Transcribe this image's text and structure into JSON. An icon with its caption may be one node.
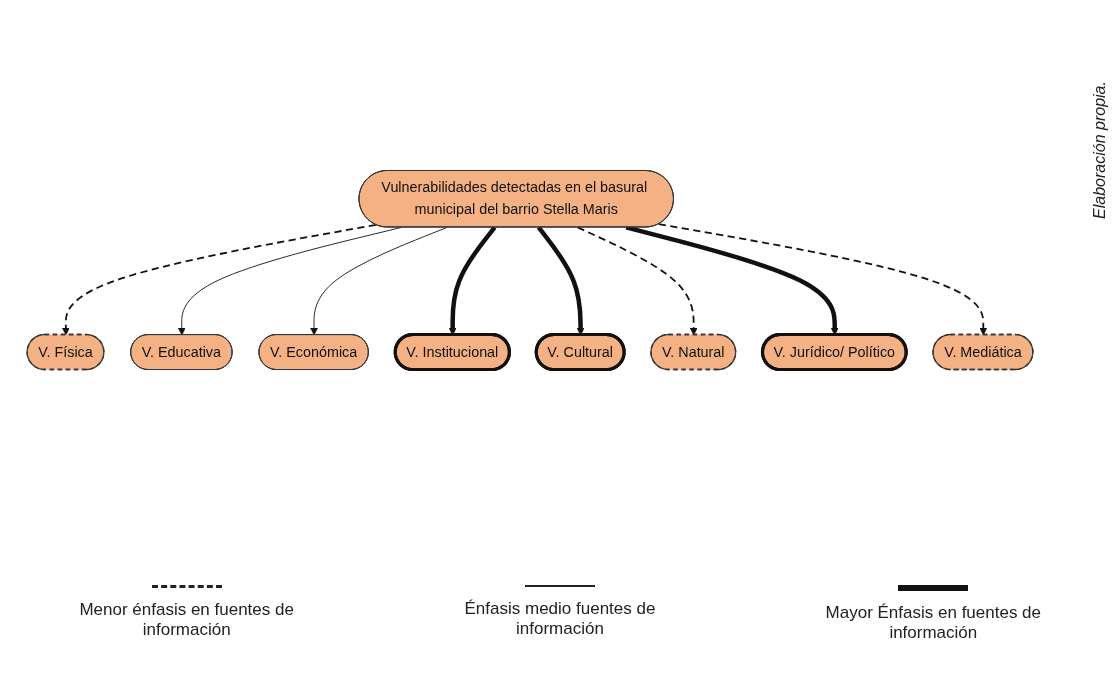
{
  "diagram": {
    "nodes": [
      {
        "text": [
          "Vulnerabilidades detectadas en el basural municipal del barrio Stella Maris"
        ]
      },
      {
        "text": [
          "V. Física"
        ]
      },
      {
        "text": [
          "V. Educativa"
        ]
      },
      {
        "text": [
          "V. Económica"
        ]
      },
      {
        "text": [
          "V. Institucional"
        ]
      },
      {
        "text": [
          "V. Cultural"
        ]
      },
      {
        "text": [
          "V. Natural"
        ]
      },
      {
        "text": [
          "V. Jurídico/ Político"
        ]
      },
      {
        "text": [
          "V. Mediática"
        ]
      }
    ],
    "edges": [
      {
        "from": 0,
        "to": 1,
        "arrow": "to",
        "style": "dashed"
      },
      {
        "from": 0,
        "to": 2,
        "arrow": "to"
      },
      {
        "from": 0,
        "to": 3,
        "arrow": "to"
      },
      {
        "from": 0,
        "to": 4,
        "arrow": "to",
        "style": "thick"
      },
      {
        "from": 0,
        "to": 5,
        "arrow": "to",
        "style": "thick"
      },
      {
        "from": 0,
        "to": 6,
        "arrow": "to",
        "style": "dashed"
      },
      {
        "from": 0,
        "to": 7,
        "arrow": "to",
        "style": "thick"
      },
      {
        "from": 0,
        "to": 8,
        "arrow": "to",
        "style": "dashed"
      }
    ],
    "labels": [
      "Elaboración propia."
    ],
    "legend": [
      {
        "text": "Menor énfasis en fuentes de información"
      },
      {
        "text": "Énfasis medio fuentes de información"
      },
      {
        "text": "Mayor Énfasis en fuentes de información"
      }
    ]
  }
}
